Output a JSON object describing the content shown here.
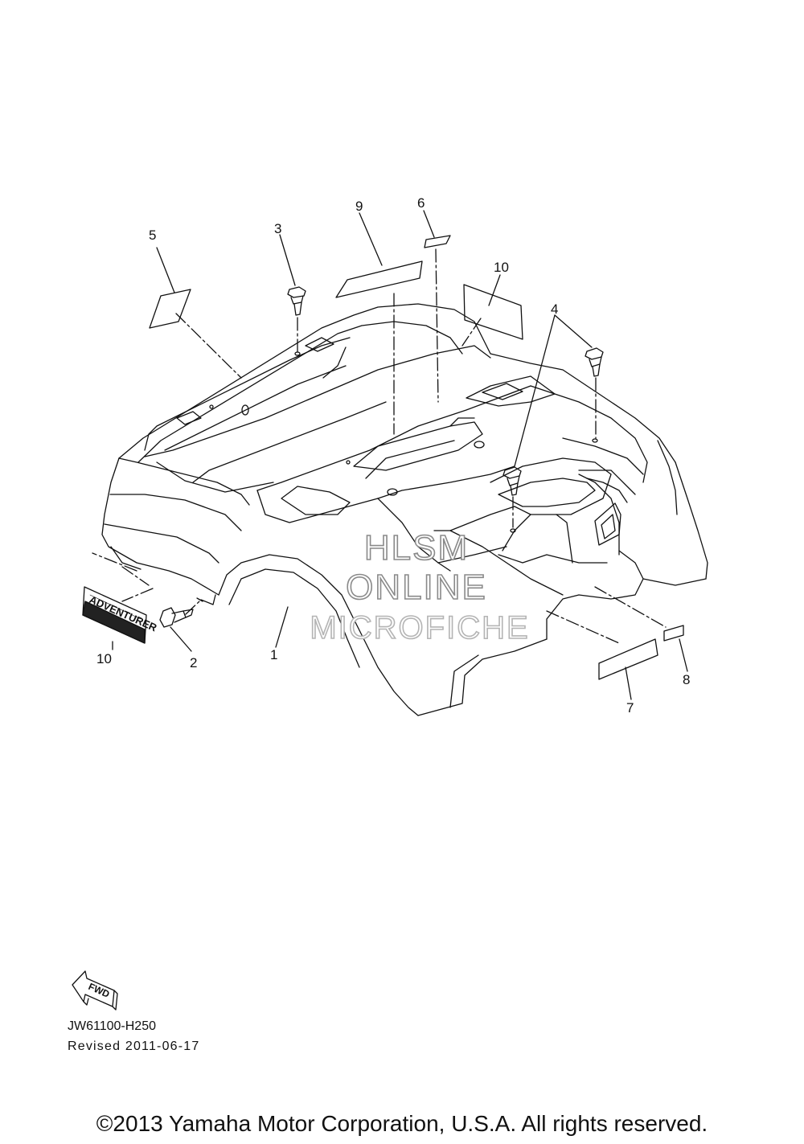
{
  "callouts": {
    "c1": "1",
    "c2": "2",
    "c3": "3",
    "c4": "4",
    "c5": "5",
    "c6": "6",
    "c7": "7",
    "c8": "8",
    "c9": "9",
    "c10a": "10",
    "c10b": "10"
  },
  "decal_label": "ADVENTURER",
  "fwd_label": "FWD",
  "watermark": {
    "line1": "HLSM",
    "line2": "ONLINE",
    "line3": "MICROFICHE"
  },
  "footer": {
    "part_code": "JW61100-H250",
    "revised": "Revised 2011-06-17",
    "copyright": "©2013 Yamaha Motor Corporation, U.S.A. All rights reserved."
  }
}
